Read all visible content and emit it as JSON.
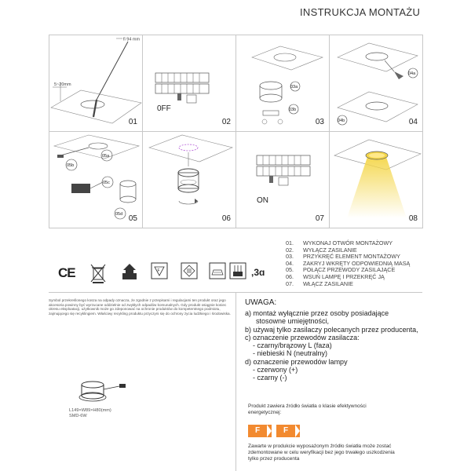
{
  "title": "INSTRUKCJA MONTAŻU",
  "panels": {
    "p01": {
      "number": "01",
      "drill_label": "fi 94 mm",
      "depth_label": "5~20mm"
    },
    "p02": {
      "number": "02",
      "off_label": "0FF"
    },
    "p03": {
      "number": "03",
      "callout_a": "03a",
      "callout_b": "03b"
    },
    "p04": {
      "number": "04",
      "callout_a": "04a",
      "callout_b": "04b"
    },
    "p05": {
      "number": "05",
      "callout_a": "05a",
      "callout_b": "05b",
      "callout_c": "05c",
      "callout_d": "05d"
    },
    "p06": {
      "number": "06"
    },
    "p07": {
      "number": "07",
      "on_label": "ON"
    },
    "p08": {
      "number": "08"
    }
  },
  "steps": [
    {
      "n": "01.",
      "text": "WYKONAJ OTWÓR MONTAŻOWY"
    },
    {
      "n": "02.",
      "text": "WYŁĄCZ ZASILANIE"
    },
    {
      "n": "03.",
      "text": "PRZYKRĘĆ ELEMENT MONTAŻOWY"
    },
    {
      "n": "04.",
      "text": "ZAKRYJ WKRĘTY ODPOWIEDNIĄ MASĄ"
    },
    {
      "n": "05.",
      "text": "POŁĄCZ PRZEWODY ZASILAJĄCE"
    },
    {
      "n": "06.",
      "text": "WSUŃ LAMPĘ I PRZEKRĘĆ JĄ"
    },
    {
      "n": "07.",
      "text": "WŁĄCZ ZASILANIE"
    }
  ],
  "marks": {
    "ce": "CE",
    "lead_distance": ",3ɑ"
  },
  "recycling_text": "Symbol przekreślonego kosza na odpady oznacza, że zgodnie z przepisami i regulacjami ten produkt oraz jego akcesoria powinny być wyrzucane oddzielnie od zwykłych odpadów komunalnych. Gdy produkt osiągnie koniec okresu eksploatacji, użytkownik może go zdeponować na ochronie produktów do kompetentnego podmiotu, zajmującego się recyklingiem. Właściwy recykling produktu przyczyni się do ochrony życia ludzkiego i środowiska.",
  "dimensions": {
    "size": "L149×W89×H80(mm)",
    "source": "SMD-6W"
  },
  "notice": {
    "title": "UWAGA:",
    "lines": [
      "a) montaż wyłącznie przez osoby posiadające",
      "stosowne umiejętności,",
      "b) używaj tylko zasilaczy polecanych przez producenta,",
      "c) oznaczenie przewodów zasilacza:",
      "- czarny/brązowy L (faza)",
      "- niebieski N (neutralny)",
      "d) oznaczenie przewodów lampy",
      "- czerwony (+)",
      "- czarny (-)"
    ]
  },
  "energy": {
    "text": "Produkt zawiera źródło światła o klasie efektywności energetycznej:",
    "class_1": "F",
    "class_2": "F",
    "color": "#f28a30"
  },
  "replacement_text": "Zawarte w produkcie wyposażonym źródło światła może zostać zdemontowane w celu weryfikacji bez jego trwałego uszkodzenia tylko przez producenta"
}
